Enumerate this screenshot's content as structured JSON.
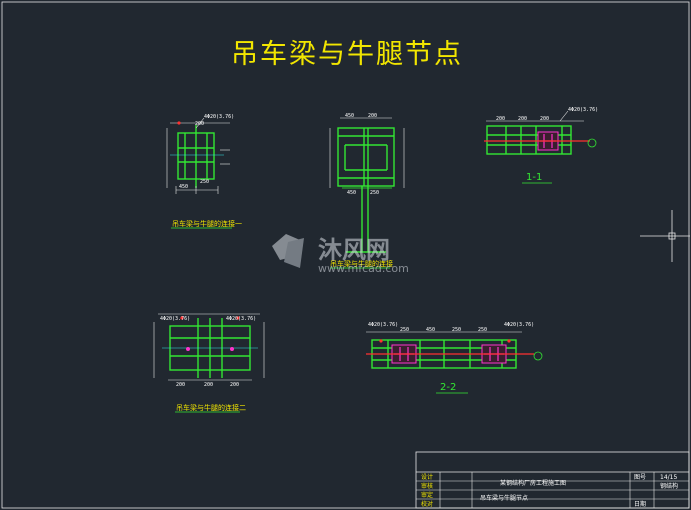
{
  "drawing": {
    "title": "吊车梁与牛腿节点",
    "view1_caption": "吊车梁与牛腿的连接一",
    "view2_caption": "吊车梁与牛腿的连接",
    "view3_caption": "吊车梁与牛腿的连接二",
    "section_1": "1-1",
    "section_2": "2-2"
  },
  "dims": {
    "v1_a": "450",
    "v1_b": "200",
    "v1_c": "250",
    "v1_tag": "4Φ20(3.76)",
    "v2_a": "450",
    "v2_b": "200",
    "v3_a": "450",
    "v3_b": "250",
    "v4_a": "200",
    "v4_b": "200",
    "v4_c": "200",
    "s2_a": "250",
    "s2_b": "450",
    "s2_c": "250",
    "s2_d": "250",
    "s2_tag": "4Φ20(3.76)"
  },
  "watermark": {
    "brand": "沐风网",
    "url": "www.mfcad.com"
  },
  "title_block": {
    "project": "某钢结构厂房工程施工图",
    "drawing_name": "吊车梁与牛腿节点",
    "sheet_label": "图号",
    "sheet_no": "14/15",
    "date_label": "日期",
    "version": "钢结构",
    "rows": [
      "设计",
      "审核",
      "审定",
      "校对"
    ]
  },
  "colors": {
    "background": "#212830",
    "title": "#f2e600",
    "lines": "#33e633",
    "bolts": "#ff33cc",
    "centerline": "#ff3030",
    "dims": "#ffffff"
  }
}
